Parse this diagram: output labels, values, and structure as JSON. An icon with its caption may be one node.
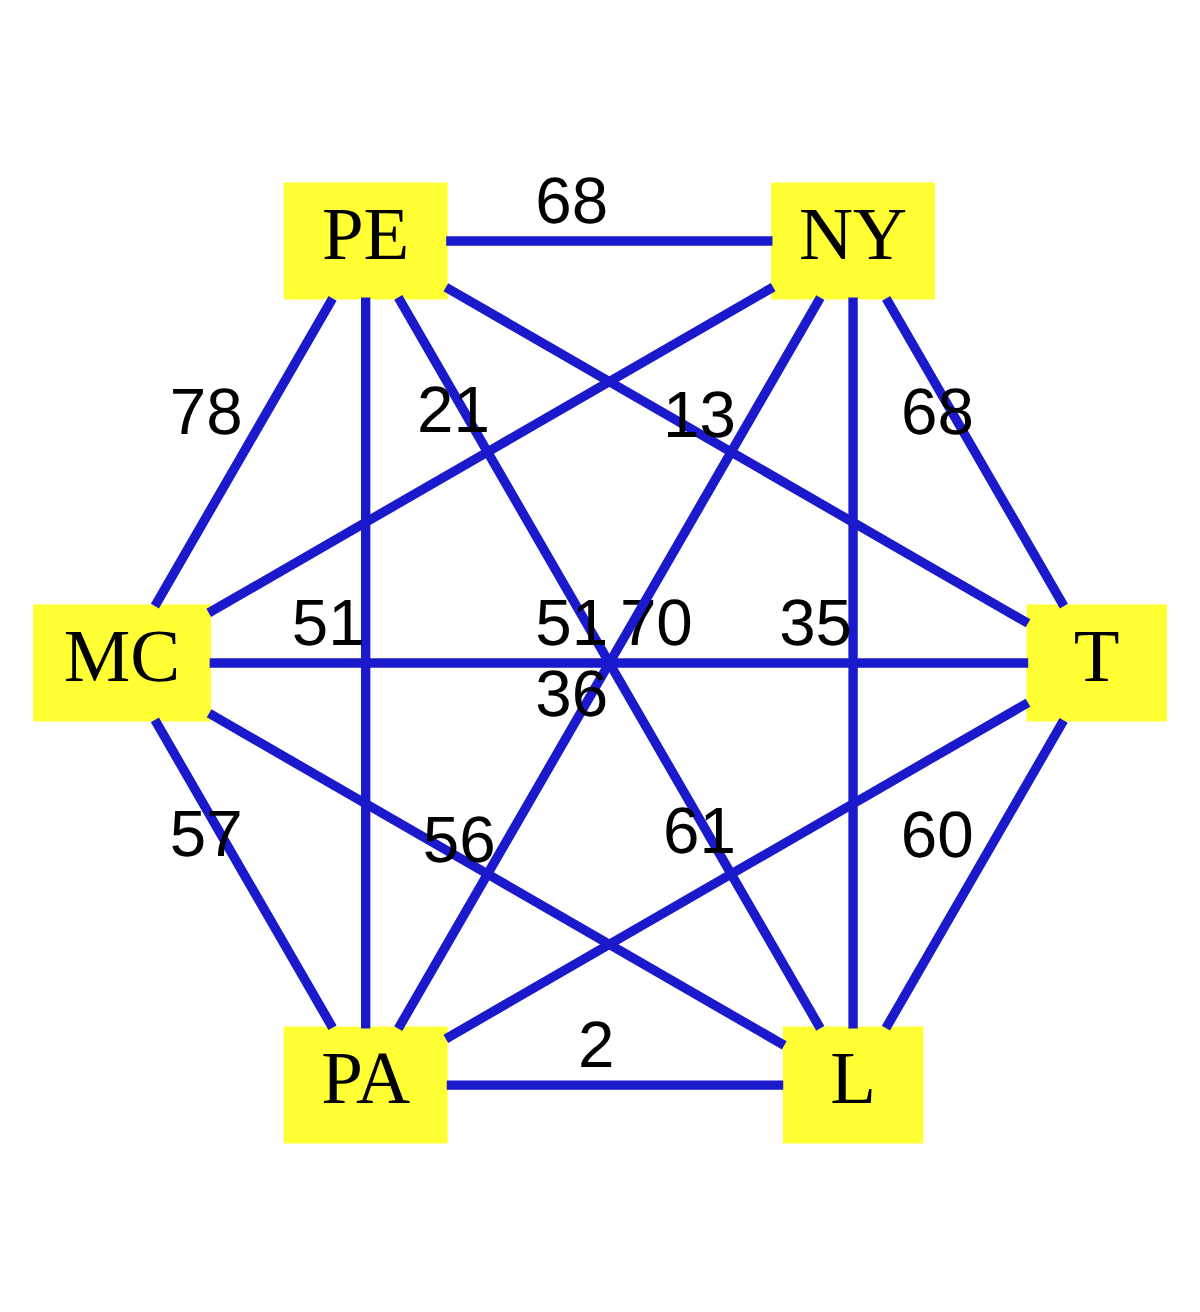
{
  "diagram": {
    "nodes": [
      {
        "text": [
          "L"
        ]
      },
      {
        "text": [
          "T"
        ]
      },
      {
        "text": [
          "MC"
        ]
      },
      {
        "text": [
          "PE"
        ]
      },
      {
        "text": [
          "NY"
        ]
      },
      {
        "text": [
          "PA"
        ]
      }
    ],
    "edges": [
      {
        "from": 0,
        "to": 1,
        "arrow": "none",
        "label": "60"
      },
      {
        "from": 0,
        "to": 2,
        "arrow": "none",
        "label": "56"
      },
      {
        "from": 1,
        "to": 2,
        "arrow": "none",
        "label": "70"
      },
      {
        "from": 1,
        "to": 4,
        "arrow": "none",
        "label": "68"
      },
      {
        "from": 0,
        "to": 4,
        "arrow": "none",
        "label": "35"
      },
      {
        "from": 1,
        "to": 3,
        "arrow": "none",
        "label": "13"
      },
      {
        "from": 0,
        "to": 3,
        "arrow": "none",
        "label": "51"
      },
      {
        "from": 1,
        "to": 5,
        "arrow": "none",
        "label": "61"
      },
      {
        "from": 2,
        "to": 4,
        "arrow": "none",
        "label": "21"
      },
      {
        "from": 2,
        "to": 3,
        "arrow": "none",
        "label": "78"
      },
      {
        "from": 0,
        "to": 5,
        "arrow": "none",
        "label": "2"
      },
      {
        "from": 3,
        "to": 4,
        "arrow": "none",
        "label": "68"
      },
      {
        "from": 2,
        "to": 5,
        "arrow": "none",
        "label": "57"
      },
      {
        "from": 3,
        "to": 5,
        "arrow": "none",
        "label": "51"
      },
      {
        "from": 4,
        "to": 5,
        "arrow": "none",
        "label": "36"
      }
    ]
  }
}
